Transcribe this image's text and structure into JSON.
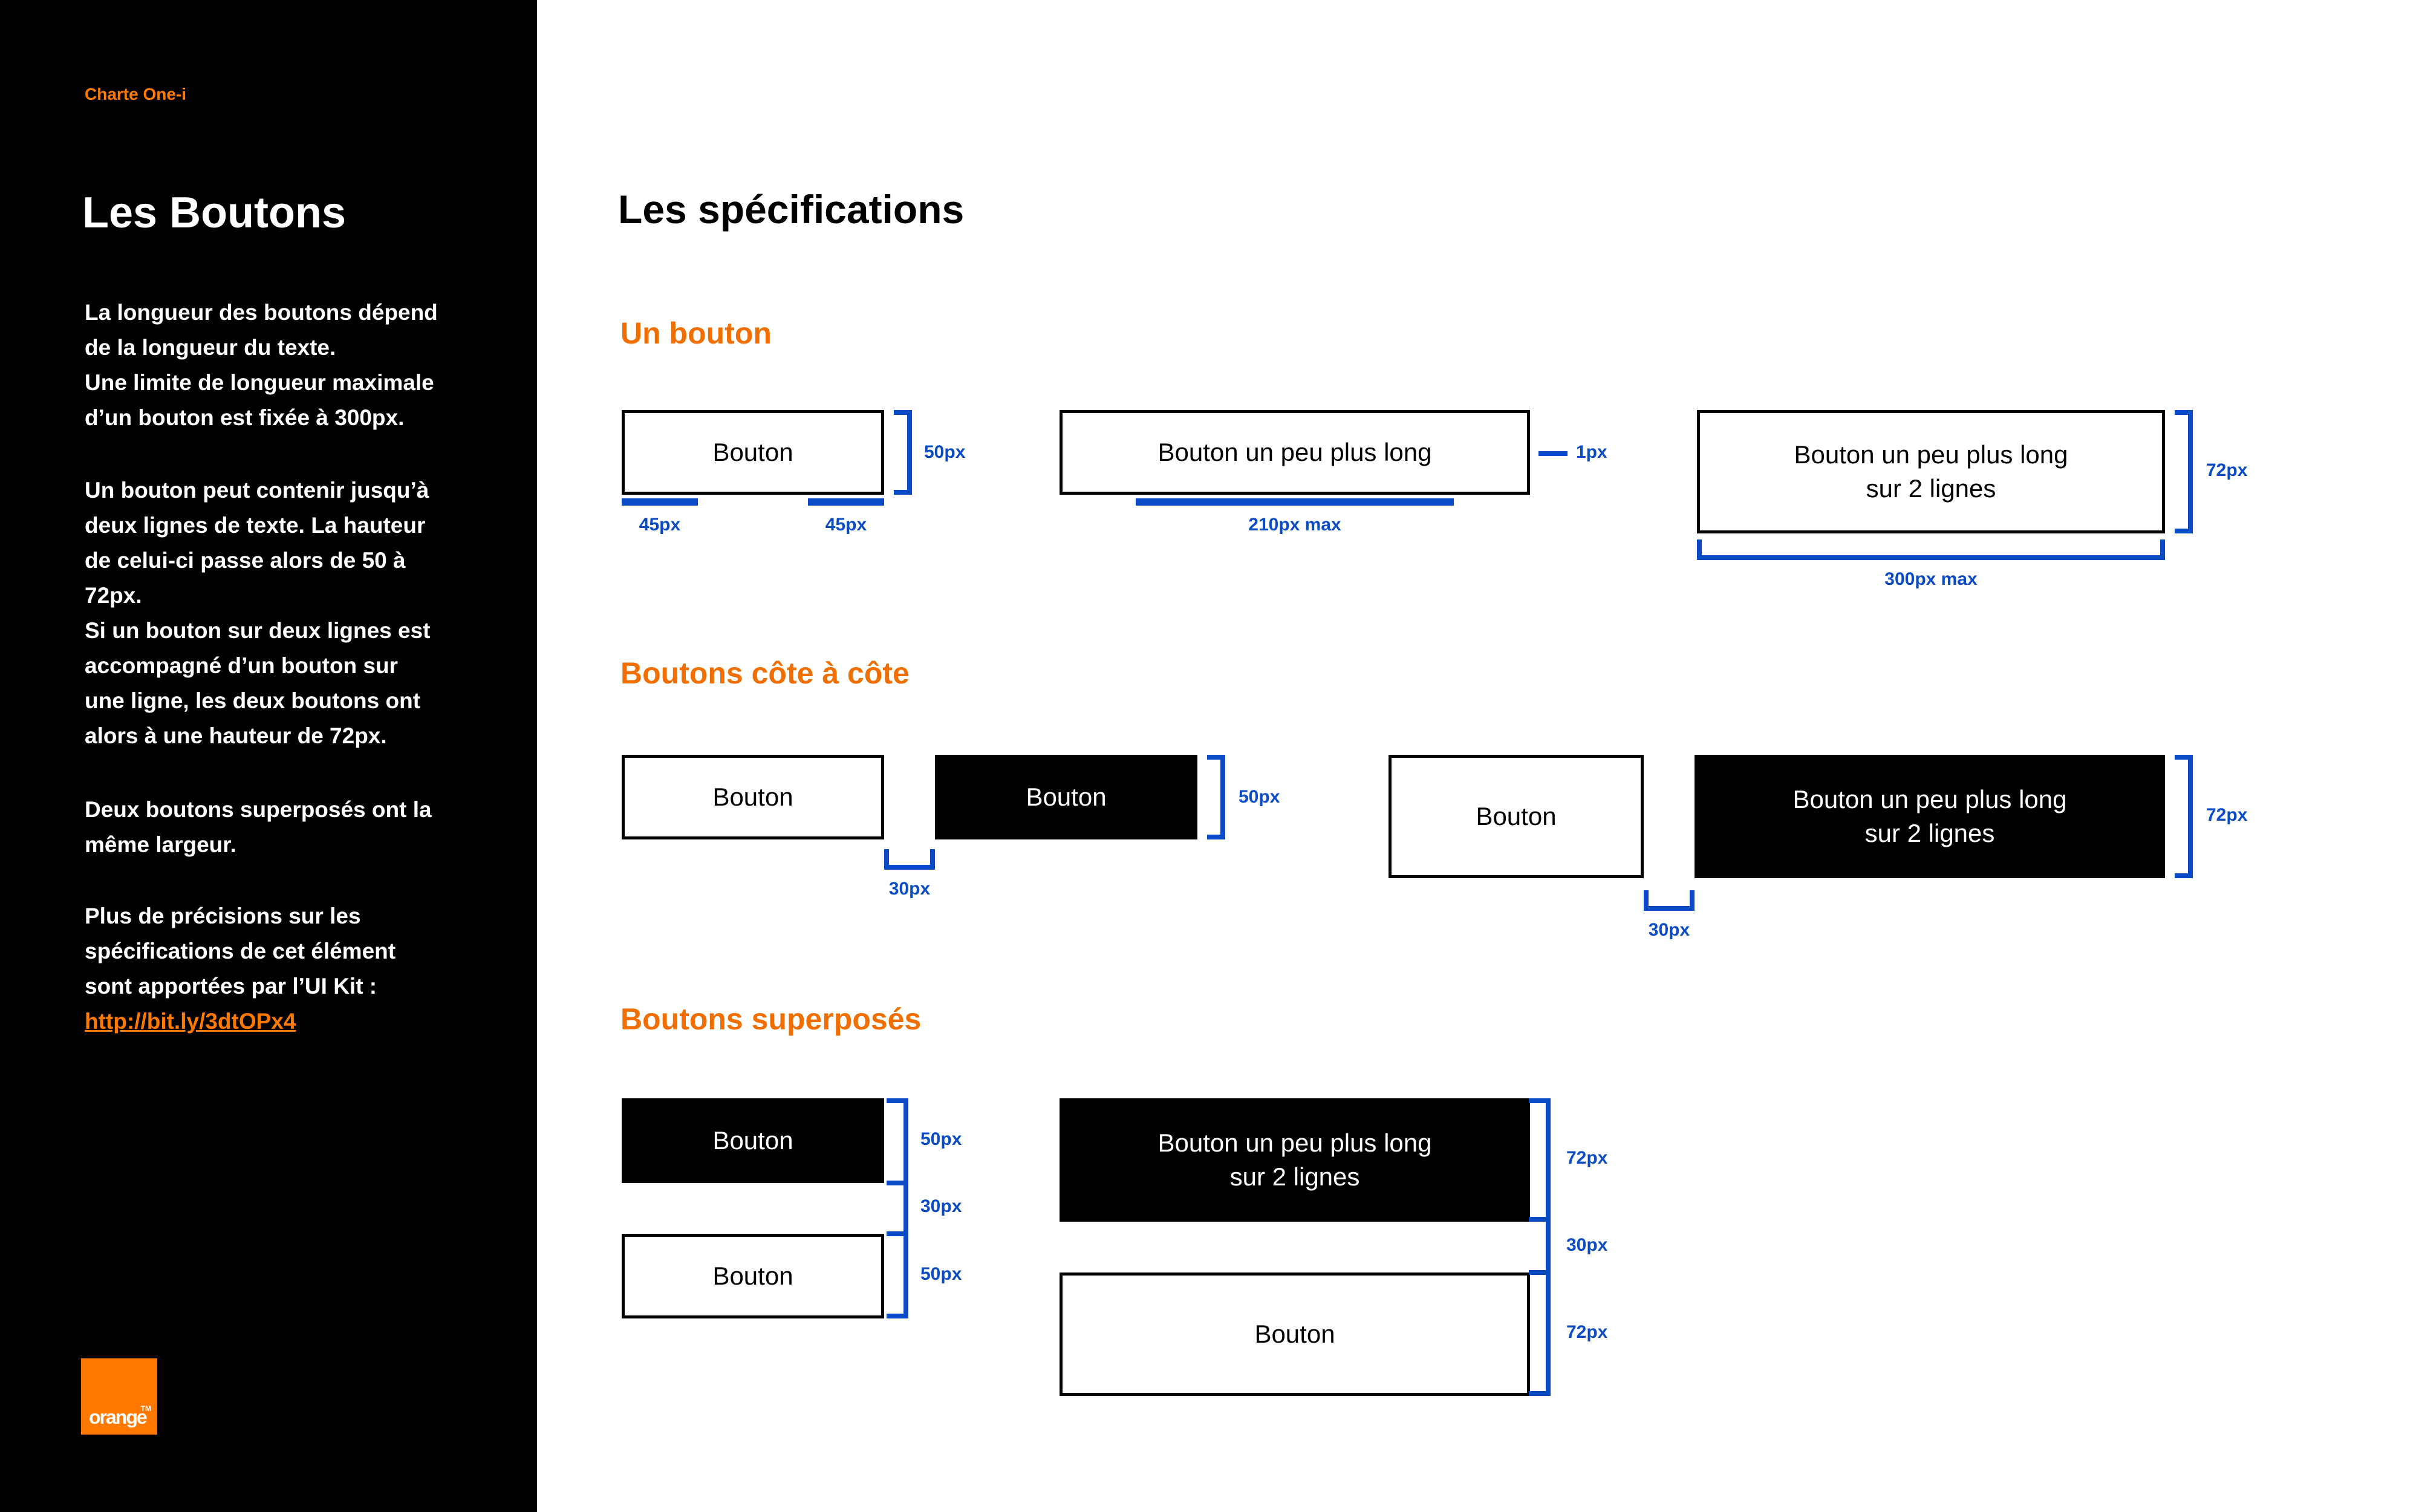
{
  "colors": {
    "sidebar_background": "#000000",
    "brand_orange": "#FF7900",
    "heading_orange": "#F16E00",
    "annotation_blue": "#0B4CC6"
  },
  "sidebar": {
    "eyebrow": "Charte One-i",
    "title": "Les Boutons",
    "p1": [
      "La longueur des boutons dépend",
      "de la longueur du texte.",
      "Une limite de longueur maximale",
      "d’un bouton est fixée à 300px."
    ],
    "p2": [
      "Un bouton peut contenir jusqu’à",
      "deux lignes de texte. La hauteur",
      "de celui-ci passe alors de 50 à",
      "72px.",
      "Si un bouton sur deux lignes est",
      "accompagné d’un bouton sur",
      "une ligne, les deux boutons ont",
      "alors à une hauteur de 72px."
    ],
    "p3": [
      "Deux boutons superposés ont la",
      "même largeur."
    ],
    "p4": [
      "Plus de précisions sur les",
      "spécifications de cet élément",
      "sont apportées par l’UI Kit :"
    ],
    "link": "http://bit.ly/3dtOPx4",
    "logo": {
      "brand": "orange",
      "tm": "TM"
    }
  },
  "main": {
    "title": "Les spécifications",
    "section_one": "Un bouton",
    "section_side_by_side": "Boutons côte à côte",
    "section_stacked": "Boutons superposés"
  },
  "labels": {
    "bouton": "Bouton",
    "bouton_long": "Bouton un peu plus long",
    "bouton_2l": [
      "Bouton un peu plus long",
      "sur 2 lignes"
    ]
  },
  "annotations": {
    "h50": "50px",
    "h72": "72px",
    "pad45": "45px",
    "border1": "1px",
    "max210": "210px max",
    "max300": "300px max",
    "gap30": "30px"
  }
}
